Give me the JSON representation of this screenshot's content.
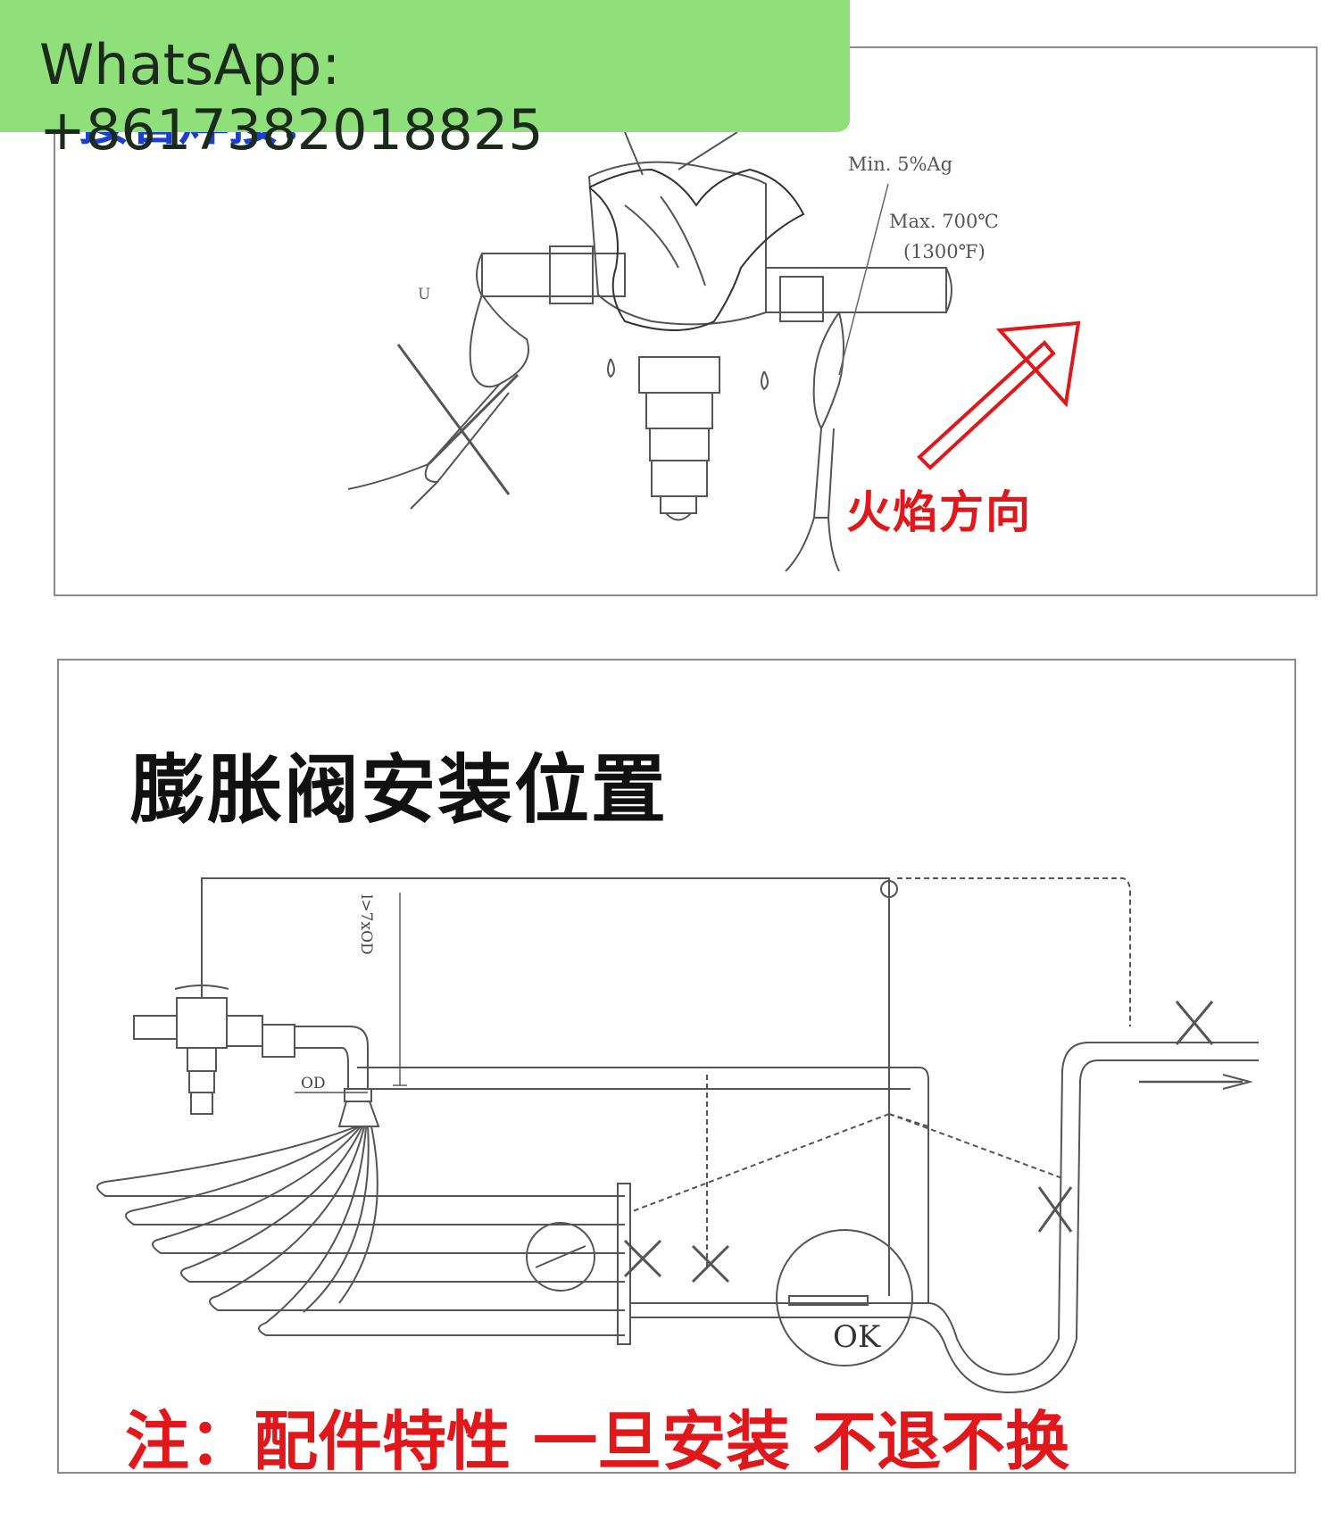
{
  "watermark": {
    "text": "WhatsApp: +8617382018825"
  },
  "top_panel": {
    "heading_fragment": "接管焊接：",
    "solder_note": "Min. 5%Ag",
    "temp_note_c": "Max. 700℃",
    "temp_note_f": "(1300℉)",
    "u_mark": "U",
    "flame_direction_label": "火焰方向",
    "colors": {
      "arrow": "#e0181b",
      "heading": "#1c3fd0"
    }
  },
  "bottom_panel": {
    "title": "膨胀阀安装位置",
    "length_label": "l>7xOD",
    "od_label": "OD",
    "ok_label": "OK",
    "warning": "注：配件特性 一旦安装 不退不换",
    "colors": {
      "warning": "#e0181b",
      "title": "#111111"
    }
  }
}
